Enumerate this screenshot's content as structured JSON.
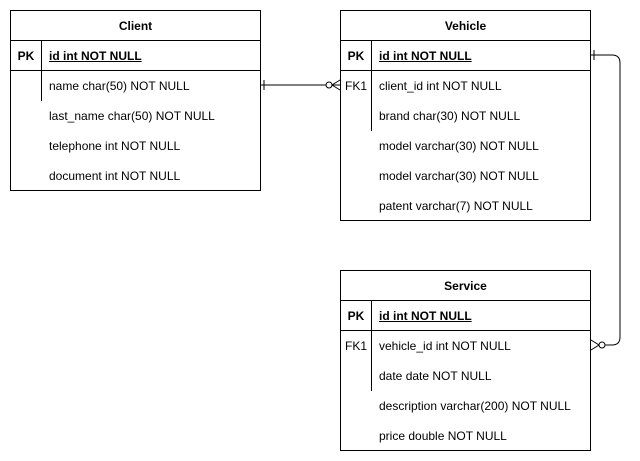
{
  "tables": {
    "client": {
      "title": "Client",
      "rows": [
        {
          "key": "PK",
          "field": "id int NOT NULL"
        },
        {
          "key": "",
          "field": "name char(50) NOT NULL"
        },
        {
          "key": "",
          "field": "last_name char(50) NOT NULL"
        },
        {
          "key": "",
          "field": "telephone int NOT NULL"
        },
        {
          "key": "",
          "field": "document int NOT NULL"
        }
      ]
    },
    "vehicle": {
      "title": "Vehicle",
      "rows": [
        {
          "key": "PK",
          "field": "id int NOT NULL"
        },
        {
          "key": "FK1",
          "field": "client_id int NOT NULL"
        },
        {
          "key": "",
          "field": "brand char(30) NOT NULL"
        },
        {
          "key": "",
          "field": "model varchar(30) NOT NULL"
        },
        {
          "key": "",
          "field": "model varchar(30) NOT NULL"
        },
        {
          "key": "",
          "field": "patent varchar(7) NOT NULL"
        }
      ]
    },
    "service": {
      "title": "Service",
      "rows": [
        {
          "key": "PK",
          "field": "id int NOT NULL"
        },
        {
          "key": "FK1",
          "field": "vehicle_id int NOT NULL"
        },
        {
          "key": "",
          "field": "date date NOT NULL"
        },
        {
          "key": "",
          "field": "description varchar(200) NOT NULL"
        },
        {
          "key": "",
          "field": "price double NOT NULL"
        }
      ]
    }
  },
  "relationships": [
    {
      "from": "Client.id",
      "to": "Vehicle.client_id",
      "from_end": "one",
      "to_end": "zero-or-many"
    },
    {
      "from": "Vehicle.id",
      "to": "Service.vehicle_id",
      "from_end": "one",
      "to_end": "zero-or-many"
    }
  ]
}
